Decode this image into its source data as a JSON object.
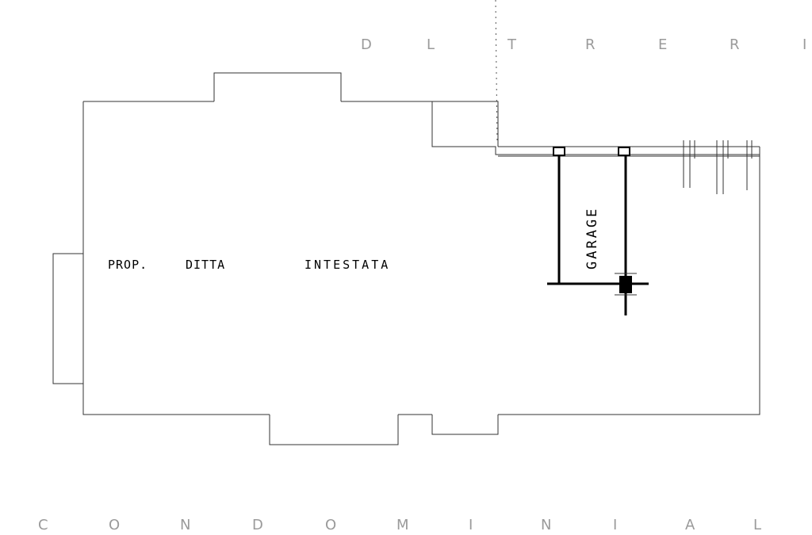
{
  "labels": {
    "owner": [
      "PROP.",
      "DITTA",
      "INTESTATA"
    ],
    "garage": "GARAGE"
  },
  "faint_text": {
    "top": [
      "D",
      "L",
      "T",
      "R",
      "E",
      "R",
      "I"
    ],
    "bottom": [
      "C",
      "O",
      "N",
      "D",
      "O",
      "M",
      "I",
      "N",
      "I",
      "A",
      "L"
    ]
  },
  "colors": {
    "ink": "#000000",
    "faint": "#9a9a9a",
    "background": "#ffffff"
  }
}
